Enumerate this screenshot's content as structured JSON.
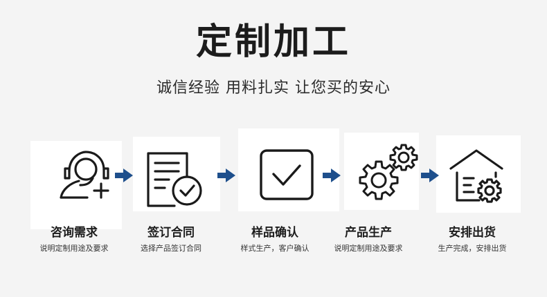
{
  "header": {
    "title": "定制加工",
    "subtitle": "诚信经验 用料扎实 让您买的安心"
  },
  "colors": {
    "arrow": "#1e4f8c",
    "icon_stroke": "#1a1a1a",
    "card_bg": "#ffffff",
    "page_bg": "#f4f4f4"
  },
  "steps": [
    {
      "label": "咨询需求",
      "desc": "说明定制用途及要求",
      "icon": "user-headset-plus-icon"
    },
    {
      "label": "签订合同",
      "desc": "选择产品签订合同",
      "icon": "contract-check-icon"
    },
    {
      "label": "样品确认",
      "desc": "样式生产，客户确认",
      "icon": "checkbox-icon"
    },
    {
      "label": "产品生产",
      "desc": "说明定制用途及要求",
      "icon": "gears-icon"
    },
    {
      "label": "安排出货",
      "desc": "生产完成，安排出货",
      "icon": "warehouse-gear-icon"
    }
  ]
}
